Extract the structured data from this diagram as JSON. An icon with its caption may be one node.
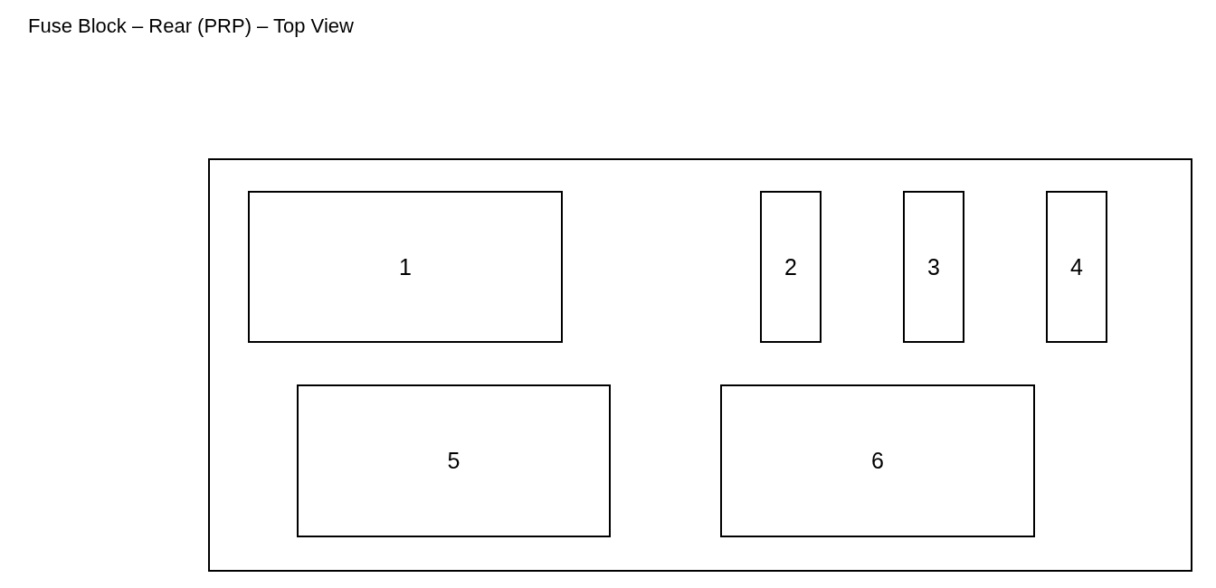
{
  "diagram": {
    "title": "Fuse Block – Rear (PRP) – Top View",
    "nodes": [
      {
        "text": [],
        "shape": "box"
      },
      {
        "text": [
          "1"
        ],
        "in": 0
      },
      {
        "text": [
          "2"
        ],
        "in": 0
      },
      {
        "text": [
          "3"
        ],
        "in": 0
      },
      {
        "text": [
          "4"
        ],
        "in": 0
      },
      {
        "text": [
          "5"
        ],
        "in": 0
      },
      {
        "text": [
          "6"
        ],
        "in": 0
      }
    ]
  }
}
